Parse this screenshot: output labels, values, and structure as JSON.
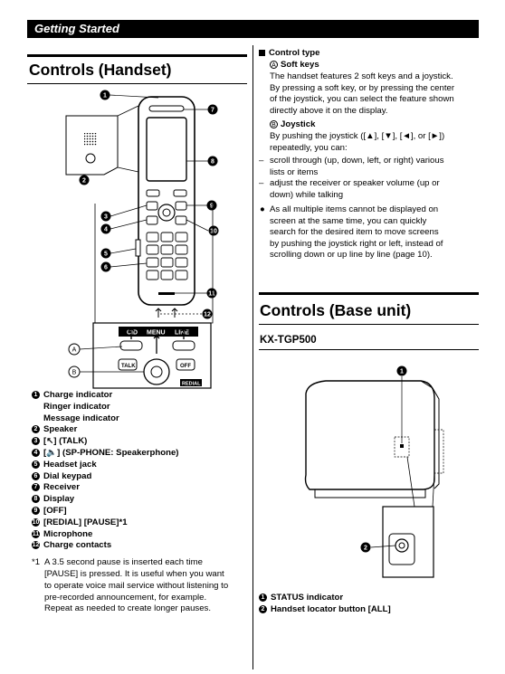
{
  "header": {
    "title": "Getting Started"
  },
  "left": {
    "title": "Controls (Handset)",
    "soft_key_labels": {
      "cid": "CID",
      "menu": "MENU",
      "line": "LINE",
      "talk": "TALK",
      "off": "OFF",
      "redial": "REDIAL"
    },
    "callout_letters": {
      "a": "A",
      "b": "B"
    },
    "items": [
      {
        "n": "1",
        "text": "Charge indicator"
      },
      {
        "n": "",
        "text": "Ringer indicator"
      },
      {
        "n": "",
        "text": "Message indicator"
      },
      {
        "n": "2",
        "text": "Speaker"
      },
      {
        "n": "3",
        "text": "[↖] (TALK)"
      },
      {
        "n": "4",
        "text": "[🔈] (SP-PHONE: Speakerphone)"
      },
      {
        "n": "5",
        "text": "Headset jack"
      },
      {
        "n": "6",
        "text": "Dial keypad"
      },
      {
        "n": "7",
        "text": "Receiver"
      },
      {
        "n": "8",
        "text": "Display"
      },
      {
        "n": "9",
        "text": "[OFF]"
      },
      {
        "n": "10",
        "text": "[REDIAL] [PAUSE]*1"
      },
      {
        "n": "11",
        "text": "Microphone"
      },
      {
        "n": "12",
        "text": "Charge contacts"
      }
    ],
    "footnote": {
      "mark": "*1",
      "lines": [
        "A 3.5 second pause is inserted each time",
        "[PAUSE] is pressed. It is useful when you want",
        "to operate voice mail service without listening to",
        "pre-recorded announcement, for example.",
        "Repeat as needed to create longer pauses."
      ]
    }
  },
  "right": {
    "control_type": "Control type",
    "soft_keys": {
      "letter": "A",
      "heading": "Soft keys",
      "lines": [
        "The handset features 2 soft keys and a joystick.",
        "By pressing a soft key, or by pressing the center",
        "of the joystick, you can select the feature shown",
        "directly above it on the display."
      ]
    },
    "joystick": {
      "letter": "B",
      "heading": "Joystick",
      "lines": [
        "By pushing the joystick ([▲], [▼], [◄], or [►])",
        "repeatedly, you can:"
      ],
      "dash_items": [
        [
          "scroll through (up, down, left, or right) various",
          "lists or items"
        ],
        [
          "adjust the receiver or speaker volume (up or",
          "down) while talking"
        ]
      ],
      "bullet": [
        "As all multiple items cannot be displayed on",
        "screen at the same time, you can quickly",
        "search for the desired item to move screens",
        "by pushing the joystick right or left, instead of",
        "scrolling down or up line by line (page 10)."
      ]
    },
    "base_title": "Controls (Base unit)",
    "model": "KX-TGP500",
    "base_items": [
      {
        "n": "1",
        "text": "STATUS indicator"
      },
      {
        "n": "2",
        "text": "Handset locator button [ALL]"
      }
    ]
  }
}
